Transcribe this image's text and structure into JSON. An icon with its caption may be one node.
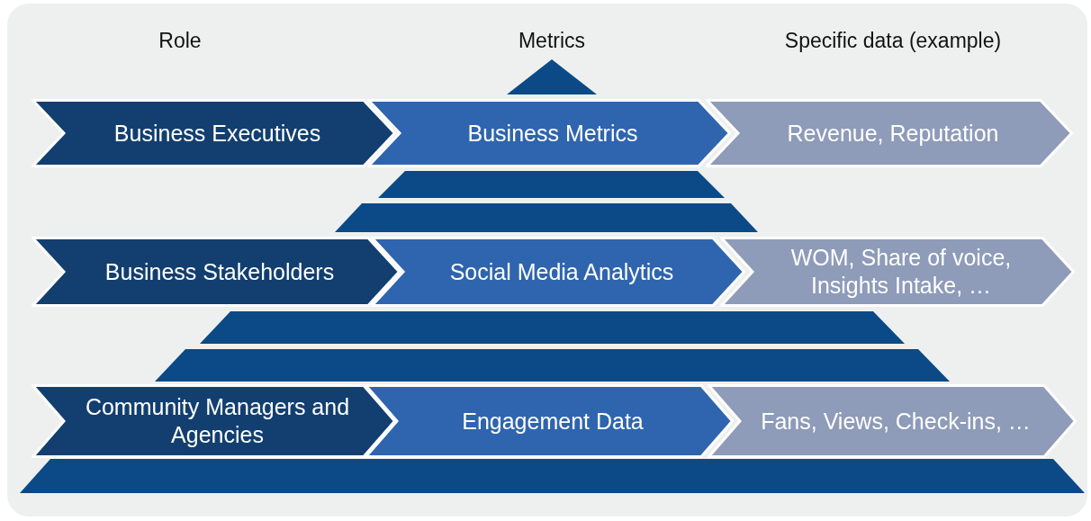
{
  "diagram": {
    "nodes": [
      {
        "text": [
          "Business Executives"
        ]
      },
      {
        "text": [
          "Business Metrics"
        ]
      },
      {
        "text": [
          "Revenue, Reputation"
        ]
      },
      {
        "text": [
          "Business Stakeholders"
        ]
      },
      {
        "text": [
          "Social Media Analytics"
        ]
      },
      {
        "text": [
          "WOM, Share of voice, Insights Intake, …"
        ]
      },
      {
        "text": [
          "Community Managers and Agencies"
        ]
      },
      {
        "text": [
          "Engagement Data"
        ]
      },
      {
        "text": [
          "Fans, Views, Check-ins, …"
        ]
      }
    ],
    "labels": [
      "Role",
      "Metrics",
      "Specific data (example)"
    ]
  }
}
